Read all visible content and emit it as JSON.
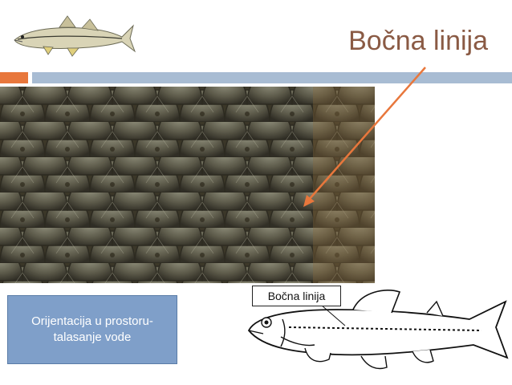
{
  "slide": {
    "title": "Bočna linija",
    "info_box_text": "Orijentacija u prostoru-talasanje vode",
    "callout_label": "Bočna linija"
  },
  "colors": {
    "title": "#8a5a44",
    "accent_bar": "#e8773c",
    "header_bar": "#a8bcd3",
    "info_box": "#7f9fc9",
    "arrow": "#e8773c"
  },
  "images": {
    "top_left": "snook-fish-illustration",
    "main": "fish-scales-photo",
    "bottom_right": "trout-outline-drawing"
  }
}
